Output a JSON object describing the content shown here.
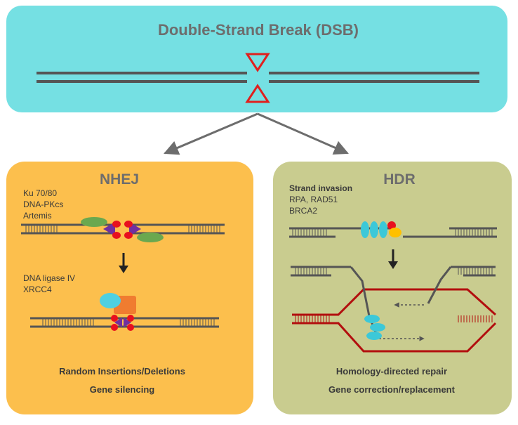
{
  "dsb": {
    "title": "Double-Strand  Break  (DSB)"
  },
  "nhej": {
    "title": "NHEJ",
    "proteins_top": [
      "Ku 70/80",
      "DNA-PKcs",
      "Artemis"
    ],
    "proteins_bottom": [
      "DNA ligase IV",
      "XRCC4"
    ],
    "outcome1": "Random Insertions/Deletions",
    "outcome2": "Gene silencing"
  },
  "hdr": {
    "title": "HDR",
    "step": "Strand invasion",
    "proteins": [
      "RPA, RAD51",
      "BRCA2"
    ],
    "outcome1": "Homology-directed repair",
    "outcome2": "Gene correction/replacement"
  },
  "colors": {
    "dsb_box": "#75e0e3",
    "nhej_box": "#fcbf4d",
    "hdr_box": "#c9cc8f",
    "dna": "#555555",
    "donor_dna": "#b20e0e",
    "break_marker": "#e0201e",
    "ku": "#6aa84f",
    "dnapkcs": "#7030a0",
    "artemis": "#e8101e",
    "ligase": "#4fd0e0",
    "xrcc4": "#f07c30",
    "rad51": "#3cc8d8",
    "brca2_red": "#e8101e",
    "brca2_yellow": "#ffc000"
  }
}
